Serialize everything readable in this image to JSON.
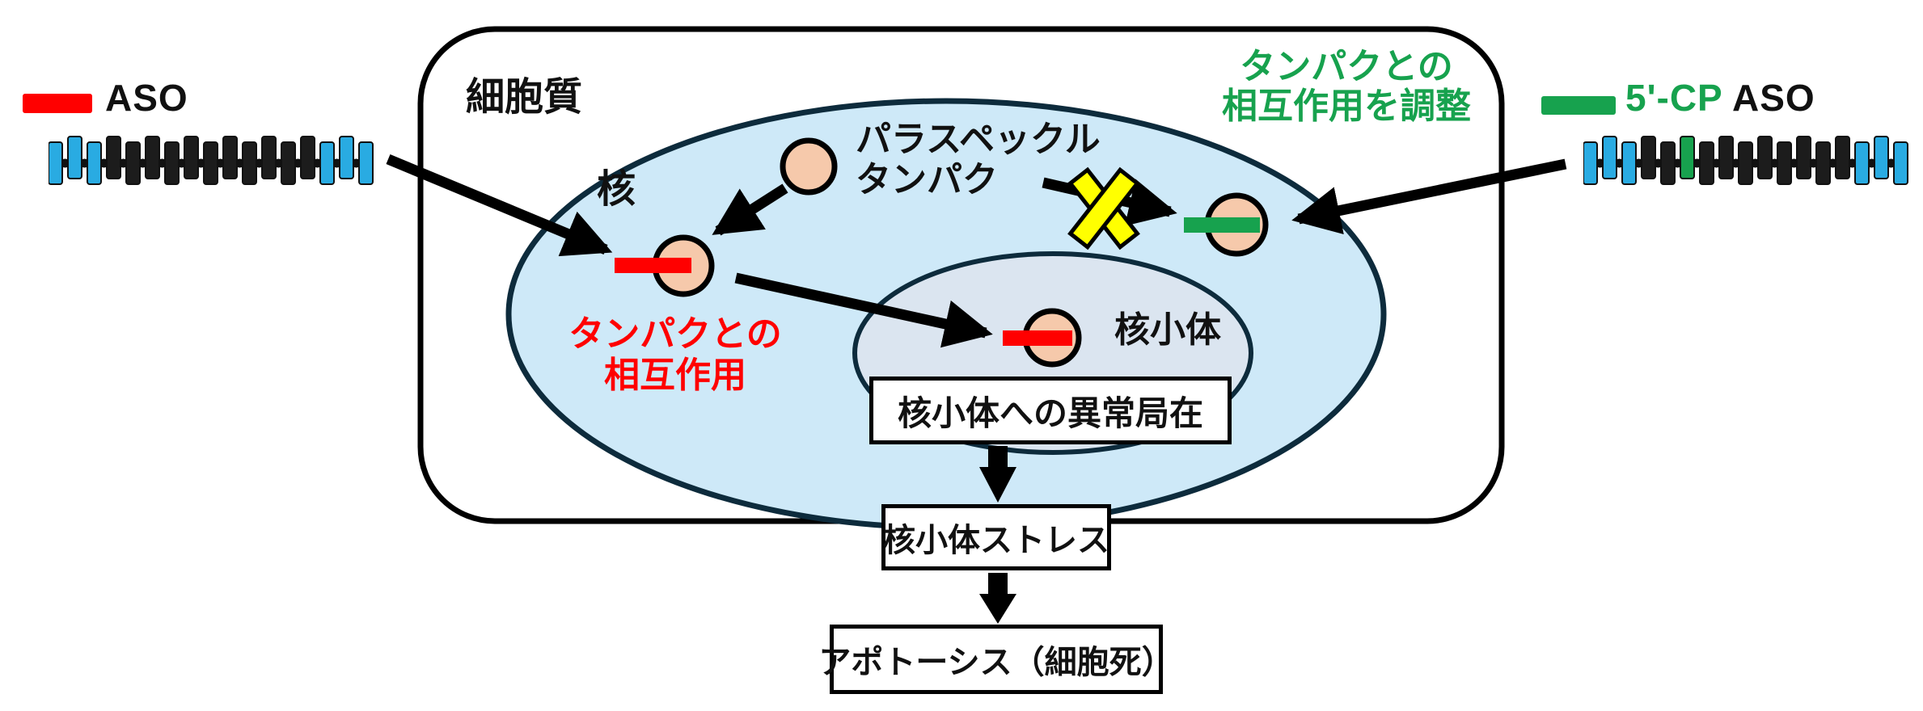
{
  "legend_left": {
    "label": "ASO",
    "swatch_color": "#FF0000"
  },
  "legend_right": {
    "label_modified": "5'-CP",
    "label_base": " ASO",
    "swatch_color": "#17A24E"
  },
  "oligo": {
    "colors": {
      "blue": "#29ABE2",
      "black": "#1C1C1C",
      "green": "#17A24E"
    },
    "left_pattern": [
      "blue",
      "blue",
      "blue",
      "black",
      "black",
      "black",
      "black",
      "black",
      "black",
      "black",
      "black",
      "black",
      "black",
      "black",
      "blue",
      "blue",
      "blue"
    ],
    "right_pattern": [
      "blue",
      "blue",
      "blue",
      "black",
      "black",
      "green",
      "black",
      "black",
      "black",
      "black",
      "black",
      "black",
      "black",
      "black",
      "blue",
      "blue",
      "blue"
    ]
  },
  "diagram": {
    "cytoplasm_label": "細胞質",
    "nucleus_label": "核",
    "nucleolus_label": "核小体",
    "paraspeckle_label": {
      "line1": "パラスペックル",
      "line2": "タンパク"
    },
    "red_note": {
      "line1": "タンパクとの",
      "line2": "相互作用",
      "color": "#FF0000"
    },
    "green_note": {
      "line1": "タンパクとの",
      "line2": "相互作用を調整",
      "color": "#17A24E"
    },
    "flow_boxes": {
      "mislocalization": "核小体への異常局在",
      "stress": "核小体ストレス",
      "apoptosis": "アポトーシス（細胞死）"
    }
  },
  "palette": {
    "nucleus_fill": "#CEE9F8",
    "nucleolus_fill": "#DBE5F0",
    "membrane_stroke": "#0D2B3C",
    "protein_fill": "#F6C9AB",
    "block_x_fill": "#FFFF00",
    "arrow_color": "#000000"
  }
}
